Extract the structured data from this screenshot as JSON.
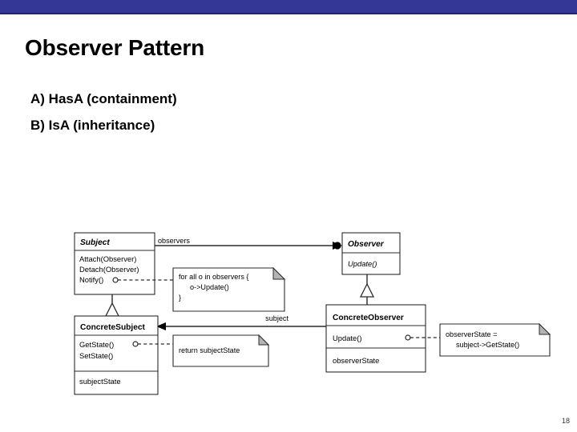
{
  "slide": {
    "title": "Observer Pattern",
    "bullets": [
      "A) HasA (containment)",
      "B) IsA (inheritance)"
    ],
    "page_number": "18",
    "accent_color": "#343795"
  },
  "diagram": {
    "classes": {
      "subject": {
        "name": "Subject",
        "abstract": true,
        "operations": [
          "Attach(Observer)",
          "Detach(Observer)",
          "Notify()"
        ],
        "attributes": []
      },
      "observer": {
        "name": "Observer",
        "abstract": true,
        "operations": [
          "Update()"
        ],
        "attributes": []
      },
      "concrete_subject": {
        "name": "ConcreteSubject",
        "abstract": false,
        "operations": [
          "GetState()",
          "SetState()"
        ],
        "attributes": [
          "subjectState"
        ]
      },
      "concrete_observer": {
        "name": "ConcreteObserver",
        "abstract": false,
        "operations": [
          "Update()"
        ],
        "attributes": [
          "observerState"
        ]
      }
    },
    "association_labels": {
      "observers": "observers",
      "subject": "subject"
    },
    "notes": {
      "notify": [
        "for all o in observers {",
        "o->Update()",
        "}"
      ],
      "get_state": [
        "return subjectState"
      ],
      "update": [
        "observerState =",
        "subject->GetState()"
      ]
    }
  }
}
